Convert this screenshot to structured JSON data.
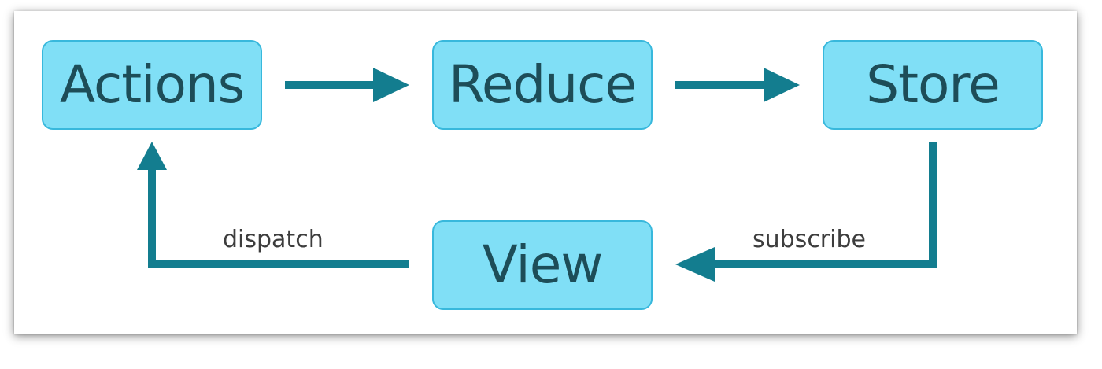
{
  "diagram": {
    "nodes": {
      "actions": "Actions",
      "reduce": "Reduce",
      "store": "Store",
      "view": "View"
    },
    "edges": {
      "store_to_view": "subscribe",
      "view_to_actions": "dispatch"
    },
    "colors": {
      "box_fill": "#80dff6",
      "box_border": "#38b8dc",
      "box_text": "#1d4d58",
      "arrow": "#137d8f",
      "edge_text": "#3d3d3d"
    }
  }
}
